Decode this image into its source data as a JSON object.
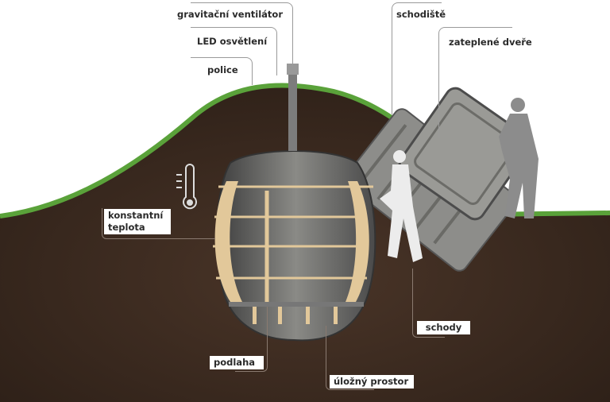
{
  "labels": {
    "ventilator": "gravitační ventilátor",
    "led": "LED osvětlení",
    "shelves": "police",
    "staircase": "schodiště",
    "door": "zateplené dveře",
    "temperature": "konstantní teplota",
    "stairs": "schody",
    "floor": "podlaha",
    "storage": "úložný prostor"
  },
  "icons": [
    "thermometer-icon"
  ],
  "colors": {
    "soil": "#3b2a20",
    "grass": "#5aa23a",
    "shelf": "#e2c89a",
    "shell": "#6b6b6b"
  }
}
